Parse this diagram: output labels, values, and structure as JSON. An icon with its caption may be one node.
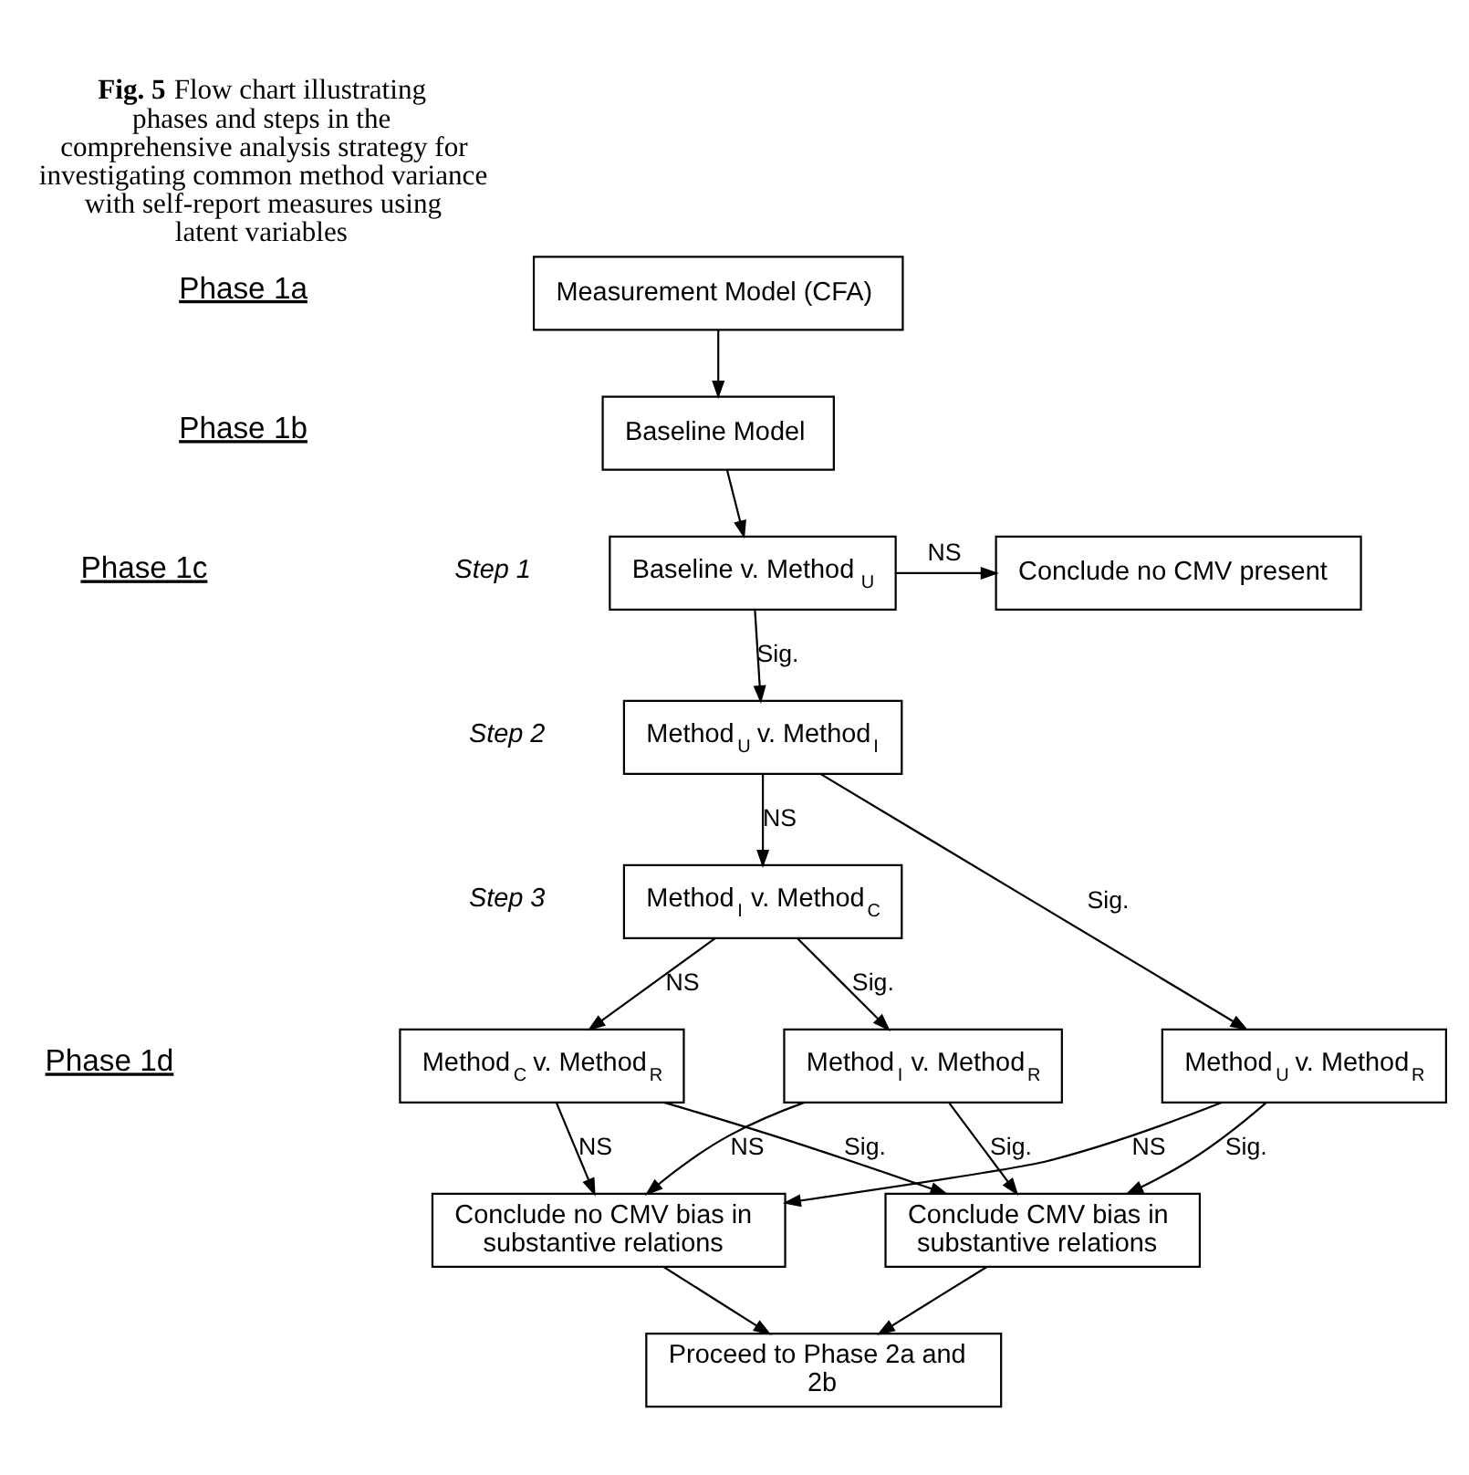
{
  "diagram": {
    "caption": "**Fig. 5** Flow chart illustrating phases and steps in the comprehensive analysis strategy for investigating common method variance with self-report measures using latent variables",
    "nodes": [
      {
        "text": [
          "Measurement Model (CFA)"
        ]
      },
      {
        "text": [
          "Baseline Model"
        ]
      },
      {
        "text": [
          "Baseline v. Method$_{U}$"
        ],
        "beside": [
          "Step 1"
        ]
      },
      {
        "text": [
          "Conclude no CMV present"
        ]
      },
      {
        "text": [
          "Method$_{U}$ v. Method$_{I}$"
        ],
        "beside": [
          "Step 2"
        ]
      },
      {
        "text": [
          "Method$_{I}$ v. Method$_{C}$"
        ],
        "beside": [
          "Step 3"
        ]
      },
      {
        "text": [
          "Method$_{C}$ v. Method$_{R}$"
        ]
      },
      {
        "text": [
          "Method$_{I}$ v. Method$_{R}$"
        ]
      },
      {
        "text": [
          "Method$_{U}$ v. Method$_{R}$"
        ]
      },
      {
        "text": [
          "Conclude no CMV bias in substantive relations"
        ]
      },
      {
        "text": [
          "Conclude CMV bias in substantive relations"
        ]
      },
      {
        "text": [
          "Proceed to Phase 2a and 2b"
        ]
      }
    ],
    "edges": [
      {
        "from": 0,
        "to": 1,
        "arrow": "to"
      },
      {
        "from": 1,
        "to": 2,
        "arrow": "to"
      },
      {
        "from": 2,
        "to": 3,
        "arrow": "to",
        "label": "NS"
      },
      {
        "from": 2,
        "to": 4,
        "arrow": "to",
        "label": "Sig."
      },
      {
        "from": 4,
        "to": 5,
        "arrow": "to",
        "label": "NS"
      },
      {
        "from": 4,
        "to": 8,
        "arrow": "to",
        "label": "Sig."
      },
      {
        "from": 5,
        "to": 6,
        "arrow": "to",
        "label": "NS"
      },
      {
        "from": 5,
        "to": 7,
        "arrow": "to",
        "label": "Sig."
      },
      {
        "from": 6,
        "to": 9,
        "arrow": "to",
        "label": "NS"
      },
      {
        "from": 6,
        "to": 10,
        "arrow": "to",
        "label": "Sig."
      },
      {
        "from": 7,
        "to": 9,
        "arrow": "to",
        "label": "NS"
      },
      {
        "from": 7,
        "to": 10,
        "arrow": "to",
        "label": "Sig."
      },
      {
        "from": 8,
        "to": 9,
        "arrow": "to",
        "label": "NS"
      },
      {
        "from": 8,
        "to": 10,
        "arrow": "to",
        "label": "Sig."
      },
      {
        "from": 9,
        "to": 11,
        "arrow": "to"
      },
      {
        "from": 10,
        "to": 11,
        "arrow": "to"
      }
    ],
    "labels": [
      "Phase 1a",
      "Phase 1b",
      "Phase 1c",
      "Phase 1d"
    ]
  }
}
